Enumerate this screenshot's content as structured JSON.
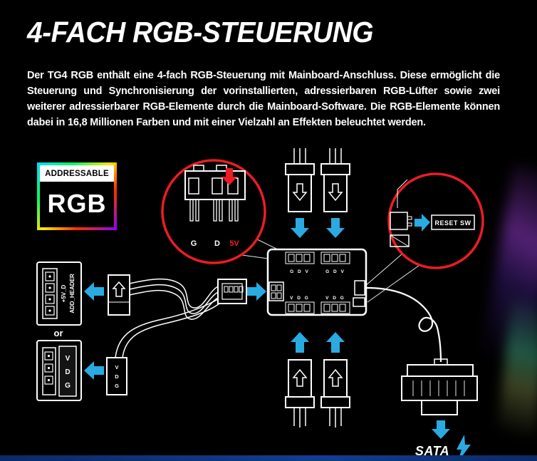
{
  "colors": {
    "accent_cyan": "#29abe2",
    "alert_red": "#ed1c24",
    "footer_blue": "#123d8f"
  },
  "header": {
    "title": "4-FACH RGB-STEUERUNG",
    "body": "Der TG4 RGB enthält eine 4-fach RGB-Steuerung mit Mainboard-Anschluss. Diese ermöglicht die Steuerung und Synchronisierung der vorinstallierten, adressierbaren RGB-Lüfter sowie zwei weiterer adressierbarer RGB-Elemente durch die Mainboard-Software. Die RGB-Elemente können dabei in 16,8 Millionen Farben und mit einer Vielzahl an Effekten beleuchtet werden."
  },
  "badge": {
    "top": "ADDRESSABLE",
    "main": "RGB"
  },
  "pin_zoom": {
    "labels": [
      "G",
      "D",
      "5V"
    ]
  },
  "left_panel": {
    "header_label_1": "+5V_D",
    "header_label_2": "ADD_HEADER",
    "or": "or",
    "vdg_letters": [
      "V",
      "D",
      "G"
    ]
  },
  "hub": {
    "top_pin_labels": [
      "G D V",
      "G D V"
    ],
    "bottom_pin_labels": [
      "V D G",
      "V D G"
    ]
  },
  "reset_zoom": {
    "label": "RESET SW"
  },
  "sata": {
    "label": "SATA"
  }
}
